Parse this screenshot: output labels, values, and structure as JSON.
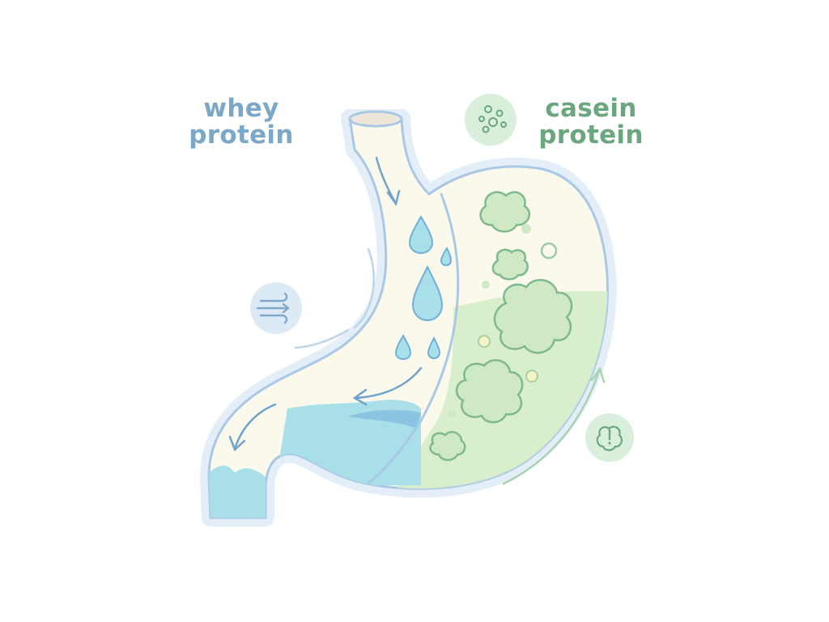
{
  "labels": {
    "whey": {
      "line1": "whey",
      "line2": "protein"
    },
    "casein": {
      "line1": "casein",
      "line2": "protein"
    }
  },
  "icons": {
    "whey_badge": "fast-flow-icon",
    "casein_badge": "clumps-icon",
    "alert_badge": "alert-clump-icon"
  },
  "colors": {
    "whey_text": "#7ba7c9",
    "casein_text": "#6aa77f",
    "stomach_outline": "#a9c8e6",
    "stomach_fill": "#fbf9ec",
    "whey_liquid": "#a8dfe8",
    "casein_fill": "#d4ecc9",
    "curd_stroke": "#7fb98e",
    "badge_blue": "#dceaf6",
    "badge_green": "#d9efdc"
  }
}
